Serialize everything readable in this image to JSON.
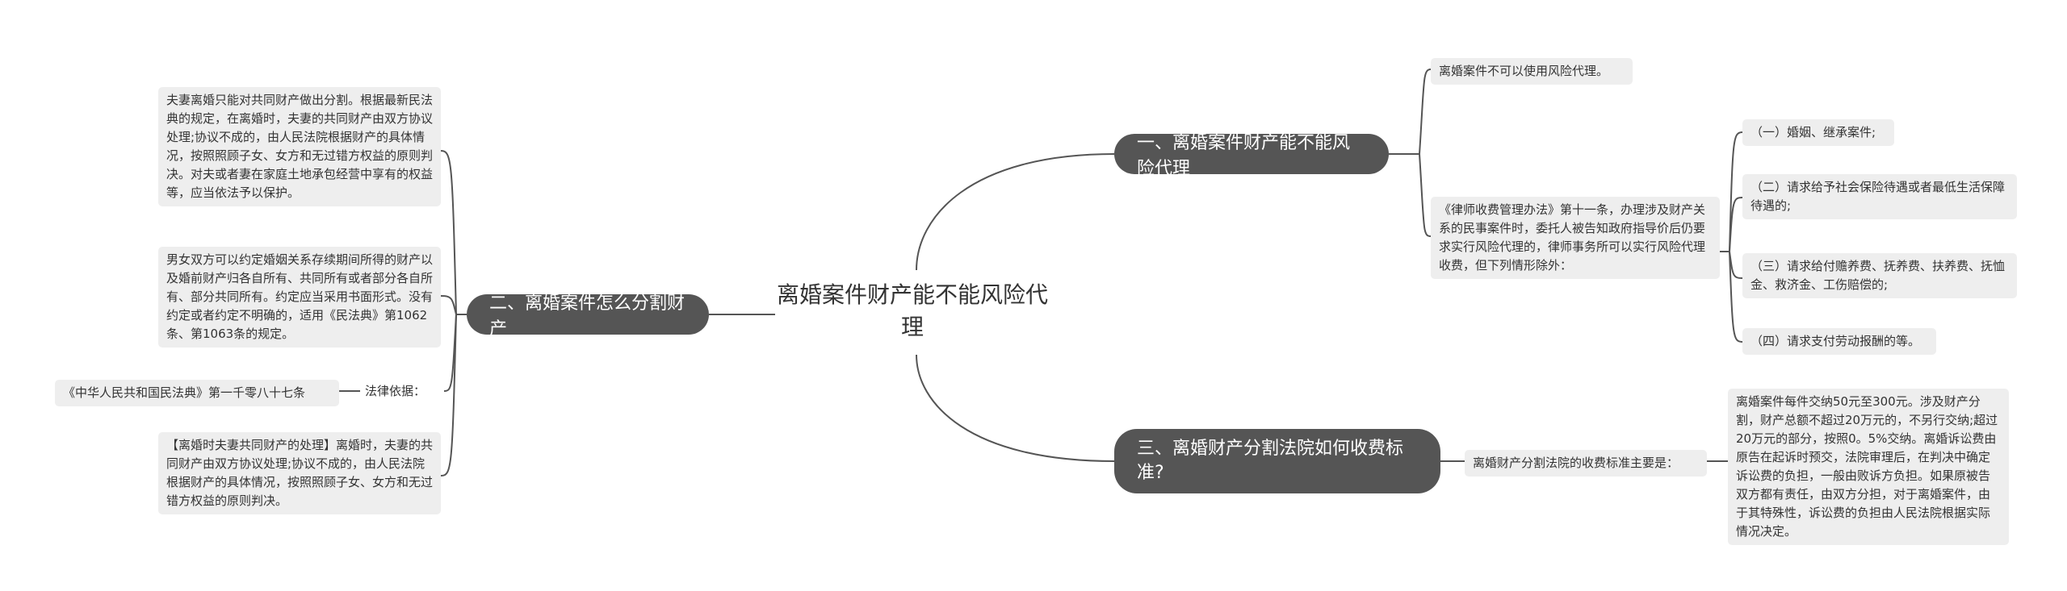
{
  "center": "离婚案件财产能不能风险代理",
  "branches": {
    "b1": "一、离婚案件财产能不能风险代理",
    "b2": "二、离婚案件怎么分割财产",
    "b3": "三、离婚财产分割法院如何收费标准?"
  },
  "leaves": {
    "l1": "离婚案件不可以使用风险代理。",
    "l2": "《律师收费管理办法》第十一条，办理涉及财产关系的民事案件时，委托人被告知政府指导价后仍要求实行风险代理的，律师事务所可以实行风险代理收费，但下列情形除外：",
    "l3": "（一）婚姻、继承案件;",
    "l4": "（二）请求给予社会保险待遇或者最低生活保障待遇的;",
    "l5": "（三）请求给付赡养费、抚养费、扶养费、抚恤金、救济金、工伤赔偿的;",
    "l6": "（四）请求支付劳动报酬的等。",
    "l7": "离婚财产分割法院的收费标准主要是：",
    "l8": "离婚案件每件交纳50元至300元。涉及财产分割，财产总额不超过20万元的，不另行交纳;超过20万元的部分，按照0。5%交纳。离婚诉讼费由原告在起诉时预交，法院审理后，在判决中确定诉讼费的负担，一般由败诉方负担。如果原被告双方都有责任，由双方分担，对于离婚案件，由于其特殊性，诉讼费的负担由人民法院根据实际情况决定。",
    "l9": "夫妻离婚只能对共同财产做出分割。根据最新民法典的规定，在离婚时，夫妻的共同财产由双方协议处理;协议不成的，由人民法院根据财产的具体情况，按照照顾子女、女方和无过错方权益的原则判决。对夫或者妻在家庭土地承包经营中享有的权益等，应当依法予以保护。",
    "l10": "男女双方可以约定婚姻关系存续期间所得的财产以及婚前财产归各自所有、共同所有或者部分各自所有、部分共同所有。约定应当采用书面形式。没有约定或者约定不明确的，适用《民法典》第1062条、第1063条的规定。",
    "l11": "法律依据：",
    "l12": "《中华人民共和国民法典》第一千零八十七条",
    "l13": "【离婚时夫妻共同财产的处理】离婚时，夫妻的共同财产由双方协议处理;协议不成的，由人民法院根据财产的具体情况，按照照顾子女、女方和无过错方权益的原则判决。"
  },
  "colors": {
    "branch_bg": "#555555",
    "leaf_bg": "#eeeeee",
    "line": "#555555"
  }
}
